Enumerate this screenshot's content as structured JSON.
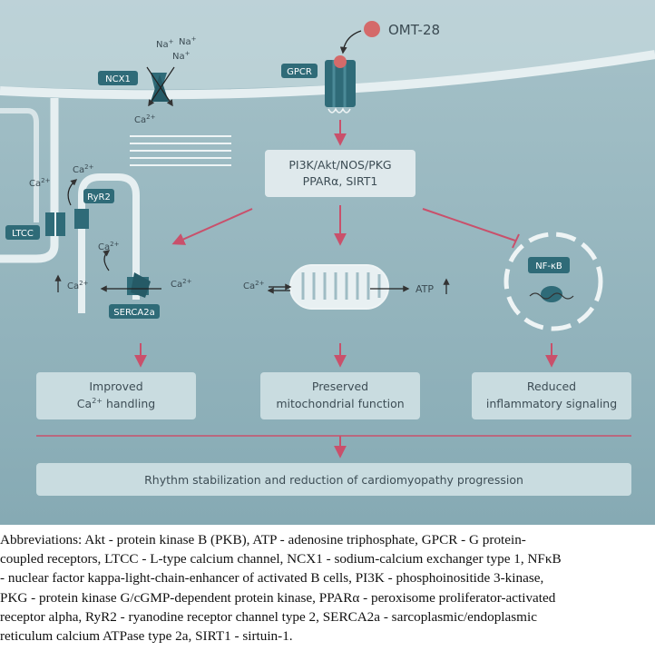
{
  "drug": {
    "name": "OMT-28"
  },
  "membrane_proteins": {
    "ncx1": "NCX1",
    "gpcr": "GPCR",
    "ltcc": "LTCC",
    "ryr2": "RyR2",
    "serca2a": "SERCA2a",
    "nfkb": "NF-κB"
  },
  "ions": {
    "na1": "Na",
    "na_sup": "+",
    "ca": "Ca",
    "ca_sup": "2+"
  },
  "pathway": {
    "line1": "PI3K/Akt/NOS/PKG",
    "line2": "PPARα, SIRT1"
  },
  "mito": {
    "atp": "ATP"
  },
  "outcomes": {
    "left_line1": "Improved",
    "left_line2_pre": "Ca",
    "left_line2_sup": "2+",
    "left_line2_post": " handling",
    "mid_line1": "Preserved",
    "mid_line2": "mitochondrial function",
    "right_line1": "Reduced",
    "right_line2": "inflammatory signaling"
  },
  "final": "Rhythm stabilization and reduction of cardiomyopathy progression",
  "caption": {
    "line1": "Abbreviations: Akt - protein kinase B (PKB), ATP - adenosine triphosphate, GPCR - G protein-",
    "line2": "coupled receptors, LTCC - L-type calcium channel, NCX1 - sodium-calcium exchanger type 1, NFκB",
    "line3": "- nuclear factor kappa-light-chain-enhancer of activated B cells, PI3K - phosphoinositide 3-kinase,",
    "line4": "PKG - protein kinase G/cGMP-dependent protein kinase, PPARα - peroxisome proliferator-activated",
    "line5": "receptor alpha, RyR2 - ryanodine receptor channel type 2, SERCA2a - sarcoplasmic/endoplasmic",
    "line6": "reticulum calcium ATPase type 2a, SIRT1 - sirtuin-1."
  },
  "colors": {
    "arrow": "#c9506b",
    "teal": "#2f6b78",
    "drug": "#d46a6a",
    "bg": "#8fb2bb"
  }
}
